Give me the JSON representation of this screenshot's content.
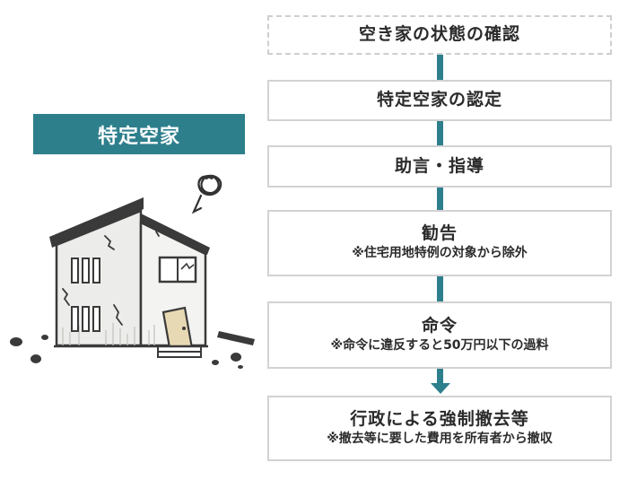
{
  "label": "特定空家",
  "steps": [
    {
      "title": "空き家の状態の確認"
    },
    {
      "title": "特定空家の認定"
    },
    {
      "title": "助言・指導"
    },
    {
      "title": "勧告",
      "note": "※住宅用地特例の対象から除外"
    },
    {
      "title": "命令",
      "note": "※命令に違反すると50万円以下の過料"
    },
    {
      "title": "行政による強制撤去等",
      "note": "※撤去等に要した費用を所有者から撤収"
    }
  ],
  "colors": {
    "accent": "#2e7f8c",
    "border": "#d2d2d2",
    "text": "#2b2b2b"
  }
}
